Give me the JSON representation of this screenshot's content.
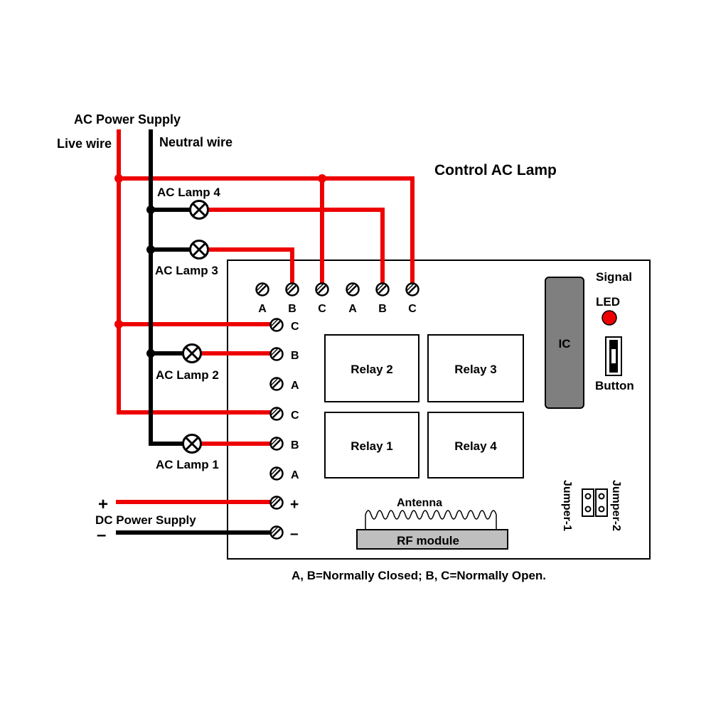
{
  "title": "Control AC Lamp",
  "ac_supply": {
    "title": "AC Power Supply",
    "live_label": "Live wire",
    "neutral_label": "Neutral wire",
    "live_color": "#ee0000",
    "neutral_color": "#000000"
  },
  "lamps": {
    "lamp1": "AC Lamp 1",
    "lamp2": "AC Lamp 2",
    "lamp3": "AC Lamp 3",
    "lamp4": "AC Lamp 4"
  },
  "top_terminals": [
    "A",
    "B",
    "C",
    "A",
    "B",
    "C"
  ],
  "side_terminals": [
    "C",
    "B",
    "A",
    "C",
    "B",
    "A",
    "+",
    "–"
  ],
  "relays": {
    "relay1": "Relay 1",
    "relay2": "Relay 2",
    "relay3": "Relay 3",
    "relay4": "Relay 4"
  },
  "ic_label": "IC",
  "signal_label": "Signal",
  "led_label": "LED",
  "led_color": "#ee0000",
  "button_label": "Button",
  "antenna_label": "Antenna",
  "rf_module_label": "RF module",
  "jumper1_label": "Jumper-1",
  "jumper2_label": "Jumper-2",
  "dc_supply": {
    "label": "DC Power Supply",
    "plus": "+",
    "minus": "–"
  },
  "footnote": "A, B=Normally Closed; B, C=Normally Open."
}
